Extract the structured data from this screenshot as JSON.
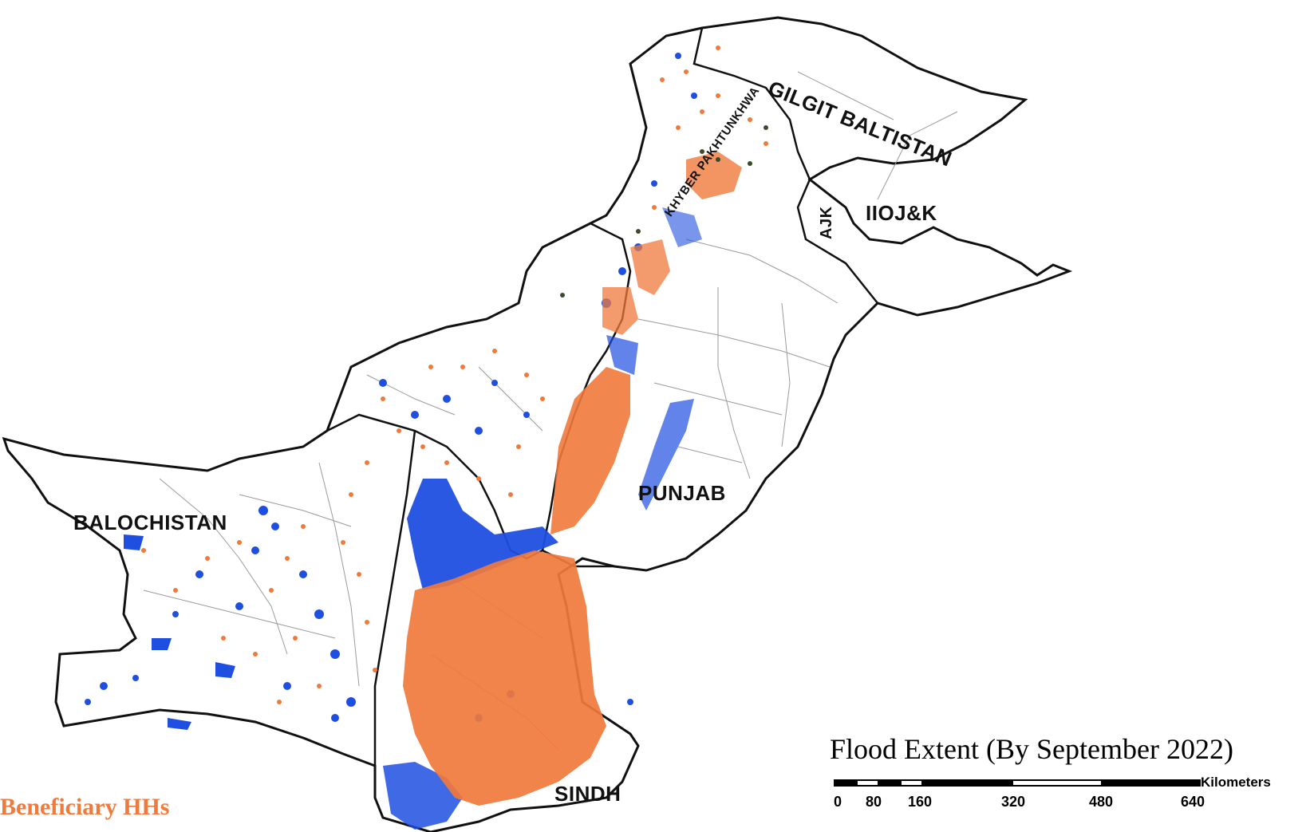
{
  "map": {
    "regions": [
      {
        "name": "gilgit",
        "label": "GILGIT BALTISTAN"
      },
      {
        "name": "kp",
        "label": "KHYBER PAKHTUNKHWA"
      },
      {
        "name": "ajk",
        "label": "AJK"
      },
      {
        "name": "iojk",
        "label": "IIOJ&K"
      },
      {
        "name": "punjab",
        "label": "PUNJAB"
      },
      {
        "name": "balochistan",
        "label": "BALOCHISTAN"
      },
      {
        "name": "sindh",
        "label": "SINDH"
      }
    ],
    "legend_title": "Flood Extent (By September 2022)",
    "beneficiary_label": "Beneficiary HHs",
    "scale": {
      "unit": "Kilometers",
      "ticks": [
        "0",
        "80",
        "160",
        "320",
        "480",
        "640"
      ]
    },
    "colors": {
      "flood": "#1f4fe0",
      "beneficiary": "#f07a3c",
      "boundary": "#111111",
      "district": "#9a9a9a"
    }
  }
}
